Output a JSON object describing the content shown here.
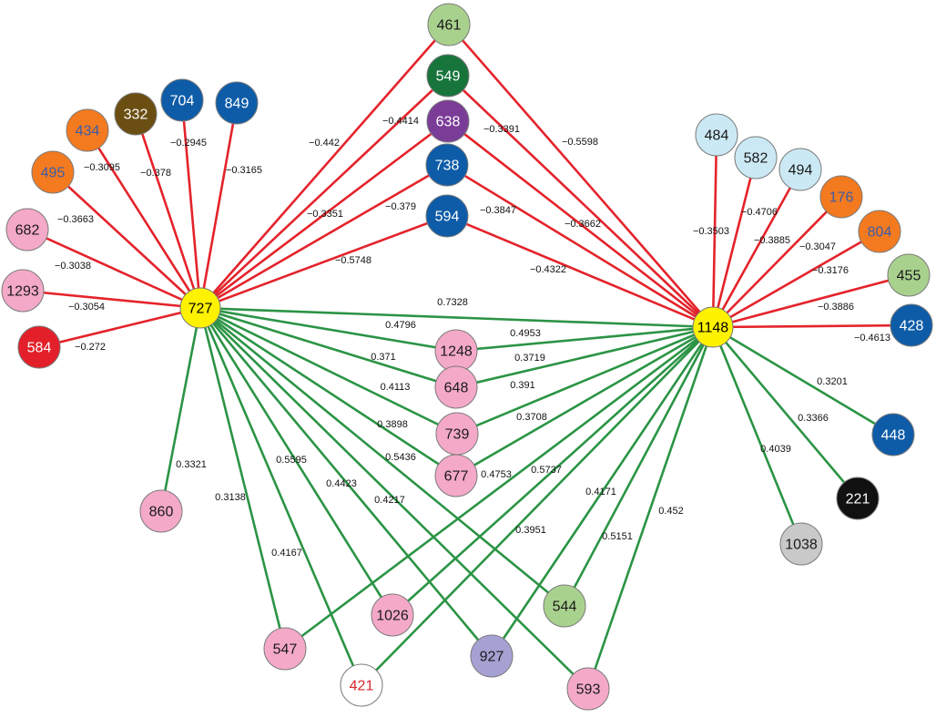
{
  "colors": {
    "negative_edge": "#e4232b",
    "positive_edge": "#2b9445",
    "label_text": "#111111"
  },
  "nodes": [
    {
      "label": "727",
      "fill": "#fff200",
      "text_color": "#000000"
    },
    {
      "label": "1148",
      "fill": "#fff200",
      "text_color": "#000000"
    },
    {
      "label": "461",
      "fill": "#a9d18e",
      "text_color": "#1a1a1a"
    },
    {
      "label": "549",
      "fill": "#17743b",
      "text_color": "#ffffff"
    },
    {
      "label": "638",
      "fill": "#7b3c98",
      "text_color": "#ffffff"
    },
    {
      "label": "738",
      "fill": "#0e5ca8",
      "text_color": "#ffffff"
    },
    {
      "label": "594",
      "fill": "#0e5ca8",
      "text_color": "#ffffff"
    },
    {
      "label": "434",
      "fill": "#f47a20",
      "text_color": "#3b5ea6"
    },
    {
      "label": "332",
      "fill": "#6b4e12",
      "text_color": "#ffffff"
    },
    {
      "label": "704",
      "fill": "#0e5ca8",
      "text_color": "#ffffff"
    },
    {
      "label": "849",
      "fill": "#0e5ca8",
      "text_color": "#ffffff"
    },
    {
      "label": "495",
      "fill": "#f47a20",
      "text_color": "#3b5ea6"
    },
    {
      "label": "682",
      "fill": "#f4a9c8",
      "text_color": "#1a1a1a"
    },
    {
      "label": "1293",
      "fill": "#f4a9c8",
      "text_color": "#1a1a1a"
    },
    {
      "label": "584",
      "fill": "#e3202a",
      "text_color": "#ffffff"
    },
    {
      "label": "484",
      "fill": "#cbe9f4",
      "text_color": "#1a1a1a"
    },
    {
      "label": "582",
      "fill": "#cbe9f4",
      "text_color": "#1a1a1a"
    },
    {
      "label": "494",
      "fill": "#cbe9f4",
      "text_color": "#1a1a1a"
    },
    {
      "label": "176",
      "fill": "#f47a20",
      "text_color": "#3b5ea6"
    },
    {
      "label": "804",
      "fill": "#f47a20",
      "text_color": "#3b5ea6"
    },
    {
      "label": "455",
      "fill": "#a9d18e",
      "text_color": "#1a1a1a"
    },
    {
      "label": "428",
      "fill": "#0e5ca8",
      "text_color": "#ffffff"
    },
    {
      "label": "448",
      "fill": "#0e5ca8",
      "text_color": "#ffffff"
    },
    {
      "label": "221",
      "fill": "#111111",
      "text_color": "#ffffff"
    },
    {
      "label": "1038",
      "fill": "#c9c9c9",
      "text_color": "#1a1a1a"
    },
    {
      "label": "1248",
      "fill": "#f4a9c8",
      "text_color": "#1a1a1a"
    },
    {
      "label": "648",
      "fill": "#f4a9c8",
      "text_color": "#1a1a1a"
    },
    {
      "label": "739",
      "fill": "#f4a9c8",
      "text_color": "#1a1a1a"
    },
    {
      "label": "677",
      "fill": "#f4a9c8",
      "text_color": "#1a1a1a"
    },
    {
      "label": "860",
      "fill": "#f4a9c8",
      "text_color": "#1a1a1a"
    },
    {
      "label": "547",
      "fill": "#f4a9c8",
      "text_color": "#1a1a1a"
    },
    {
      "label": "421",
      "fill": "#ffffff",
      "text_color": "#d7262d"
    },
    {
      "label": "1026",
      "fill": "#f4a9c8",
      "text_color": "#1a1a1a"
    },
    {
      "label": "927",
      "fill": "#a6a1d3",
      "text_color": "#1a1a1a"
    },
    {
      "label": "593",
      "fill": "#f4a9c8",
      "text_color": "#1a1a1a"
    },
    {
      "label": "544",
      "fill": "#a9d18e",
      "text_color": "#1a1a1a"
    }
  ],
  "edges": [
    {
      "source": "727",
      "target": "434",
      "weight": "−0.3095"
    },
    {
      "source": "727",
      "target": "332",
      "weight": "−0.378"
    },
    {
      "source": "727",
      "target": "704",
      "weight": "−0.2945"
    },
    {
      "source": "727",
      "target": "849",
      "weight": "−0.3165"
    },
    {
      "source": "727",
      "target": "495",
      "weight": "−0.3663"
    },
    {
      "source": "727",
      "target": "682",
      "weight": "−0.3038"
    },
    {
      "source": "727",
      "target": "1293",
      "weight": "−0.3054"
    },
    {
      "source": "727",
      "target": "584",
      "weight": "−0.272"
    },
    {
      "source": "727",
      "target": "461",
      "weight": "−0.442"
    },
    {
      "source": "727",
      "target": "549",
      "weight": "−0.4414"
    },
    {
      "source": "727",
      "target": "638",
      "weight": "−0.3351"
    },
    {
      "source": "727",
      "target": "738",
      "weight": "−0.379"
    },
    {
      "source": "727",
      "target": "594",
      "weight": "−0.5748"
    },
    {
      "source": "1148",
      "target": "461",
      "weight": "−0.5598"
    },
    {
      "source": "1148",
      "target": "549",
      "weight": "−0.3391"
    },
    {
      "source": "1148",
      "target": "638",
      "weight": "−0.3662"
    },
    {
      "source": "1148",
      "target": "738",
      "weight": "−0.3847"
    },
    {
      "source": "1148",
      "target": "594",
      "weight": "−0.4322"
    },
    {
      "source": "1148",
      "target": "484",
      "weight": "−0.3503"
    },
    {
      "source": "1148",
      "target": "582",
      "weight": "−0.4706"
    },
    {
      "source": "1148",
      "target": "494",
      "weight": "−0.3885"
    },
    {
      "source": "1148",
      "target": "176",
      "weight": "−0.3047"
    },
    {
      "source": "1148",
      "target": "804",
      "weight": "−0.3176"
    },
    {
      "source": "1148",
      "target": "455",
      "weight": "−0.3886"
    },
    {
      "source": "1148",
      "target": "428",
      "weight": "−0.4613"
    },
    {
      "source": "727",
      "target": "1148",
      "weight": "0.7328"
    },
    {
      "source": "727",
      "target": "1248",
      "weight": "0.4796"
    },
    {
      "source": "727",
      "target": "648",
      "weight": "0.371"
    },
    {
      "source": "727",
      "target": "739",
      "weight": "0.4113"
    },
    {
      "source": "727",
      "target": "677",
      "weight": "0.3898"
    },
    {
      "source": "1148",
      "target": "1248",
      "weight": "0.4953"
    },
    {
      "source": "1148",
      "target": "648",
      "weight": "0.3719"
    },
    {
      "source": "1148",
      "target": "739",
      "weight": "0.391"
    },
    {
      "source": "1148",
      "target": "677",
      "weight": "0.3708"
    },
    {
      "source": "727",
      "target": "860",
      "weight": "0.3321"
    },
    {
      "source": "727",
      "target": "547",
      "weight": "0.3138"
    },
    {
      "source": "727",
      "target": "421",
      "weight": "0.4167"
    },
    {
      "source": "727",
      "target": "1026",
      "weight": "0.5595"
    },
    {
      "source": "727",
      "target": "927",
      "weight": "0.4423"
    },
    {
      "source": "727",
      "target": "544",
      "weight": "0.5436"
    },
    {
      "source": "727",
      "target": "593",
      "weight": "0.4217"
    },
    {
      "source": "1148",
      "target": "547",
      "weight": "0.4753"
    },
    {
      "source": "1148",
      "target": "1026",
      "weight": "0.5737"
    },
    {
      "source": "1148",
      "target": "421",
      "weight": "0.3951"
    },
    {
      "source": "1148",
      "target": "927",
      "weight": "0.4171"
    },
    {
      "source": "1148",
      "target": "544",
      "weight": "0.5151"
    },
    {
      "source": "1148",
      "target": "593",
      "weight": "0.452"
    },
    {
      "source": "1148",
      "target": "448",
      "weight": "0.3201"
    },
    {
      "source": "1148",
      "target": "221",
      "weight": "0.3366"
    },
    {
      "source": "1148",
      "target": "1038",
      "weight": "0.4039"
    }
  ]
}
